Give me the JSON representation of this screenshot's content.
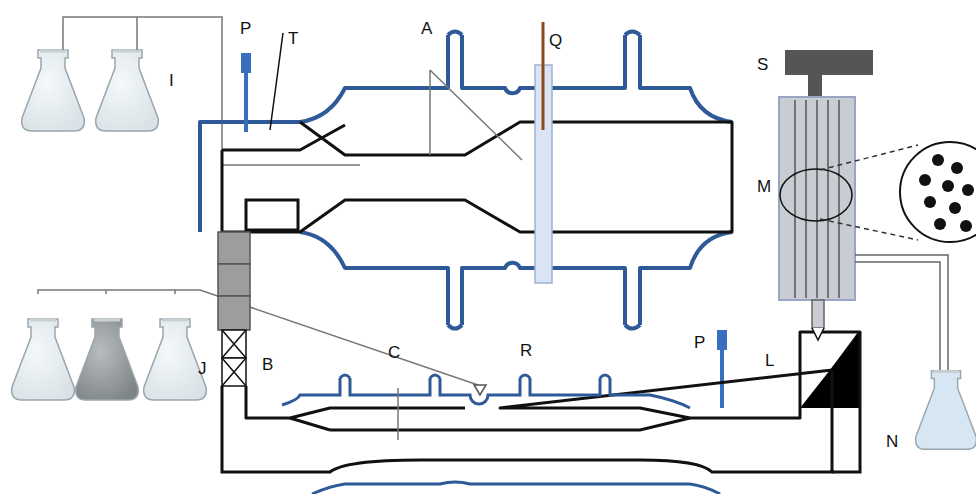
{
  "diagram": {
    "labels": [
      "P",
      "T",
      "A",
      "Q",
      "S",
      "I",
      "M",
      "J",
      "B",
      "C",
      "R",
      "P",
      "L",
      "N"
    ]
  }
}
